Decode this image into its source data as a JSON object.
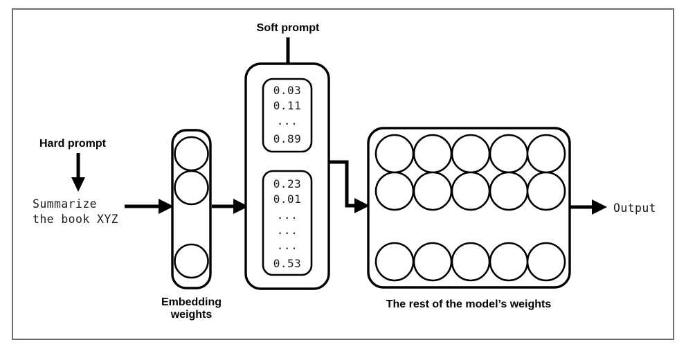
{
  "figure": {
    "title": "Soft prompt tuning diagram",
    "frame_color": "#6e6e6e",
    "ink_color": "#000000",
    "background": "#ffffff"
  },
  "labels": {
    "hard_prompt": "Hard prompt",
    "soft_prompt": "Soft prompt",
    "embedding_weights_line1": "Embedding",
    "embedding_weights_line2": "weights",
    "model_weights": "The rest of the model’s weights",
    "output": "Output"
  },
  "prompt_text": {
    "line1": "Summarize",
    "line2": "the book XYZ"
  },
  "soft_prompt_vectors": [
    {
      "name": "upper-vector",
      "values": [
        "0.03",
        "0.11",
        "...",
        "0.89"
      ]
    },
    {
      "name": "lower-vector",
      "values": [
        "0.23",
        "0.01",
        "...",
        "...",
        "...",
        "0.53"
      ]
    }
  ],
  "embedding_weights": {
    "neuron_count": 3,
    "layout": "single-column"
  },
  "model_weights": {
    "rows": 3,
    "columns": 5,
    "neuron_count": 15
  },
  "arrows": [
    {
      "name": "hard-prompt-pointer",
      "direction": "down"
    },
    {
      "name": "soft-prompt-pointer",
      "direction": "down"
    },
    {
      "name": "prompt-to-embedding",
      "direction": "right"
    },
    {
      "name": "embedding-to-soft-prompt",
      "direction": "right"
    },
    {
      "name": "soft-prompt-to-model",
      "direction": "right"
    },
    {
      "name": "model-to-output",
      "direction": "right"
    }
  ]
}
